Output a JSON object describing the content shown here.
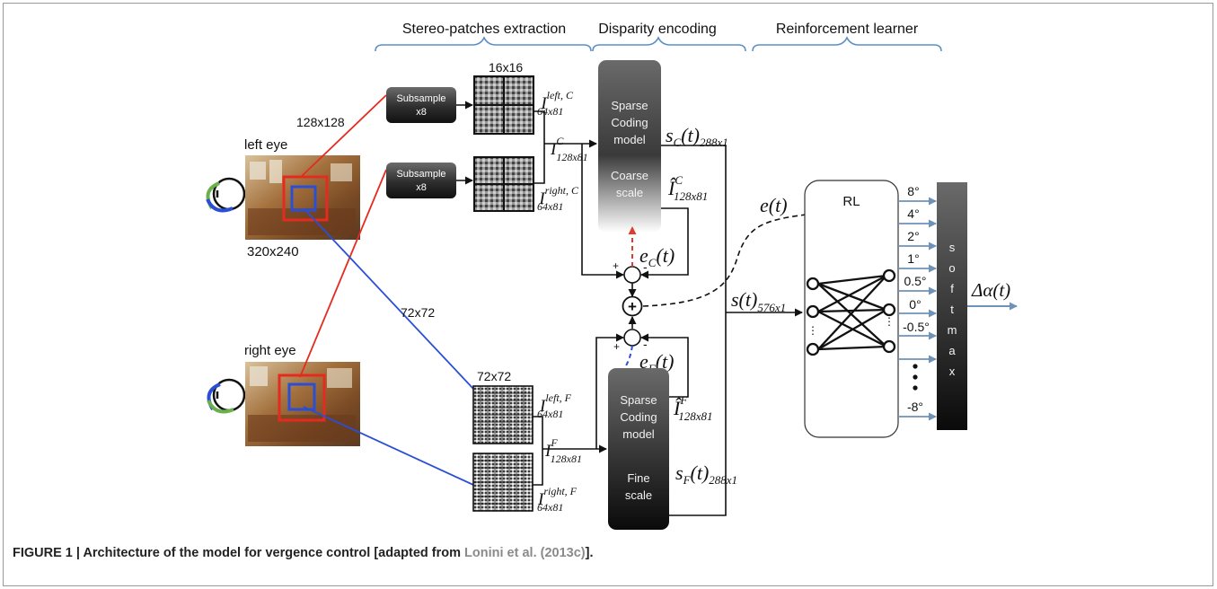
{
  "sections": {
    "stereo": "Stereo-patches extraction",
    "disparity": "Disparity encoding",
    "rl": "Reinforcement learner"
  },
  "eyes": {
    "left_label": "left eye",
    "right_label": "right eye",
    "image_size": "320x240"
  },
  "crop_sizes": {
    "coarse": "128x128",
    "fine": "72x72",
    "fine_patch": "72x72",
    "coarse_patch": "16x16"
  },
  "subsample": {
    "line1": "Subsample",
    "line2": "x8"
  },
  "math": {
    "I_left_C_base": "I",
    "I_left_C_sup": "left, C",
    "I_left_C_sub": "64x81",
    "I_right_C_base": "I",
    "I_right_C_sup": "right, C",
    "I_right_C_sub": "64x81",
    "I_C_base": "I",
    "I_C_sup": "C",
    "I_C_sub": "128x81",
    "I_left_F_base": "I",
    "I_left_F_sup": "left, F",
    "I_left_F_sub": "64x81",
    "I_right_F_base": "I",
    "I_right_F_sup": "right, F",
    "I_right_F_sub": "64x81",
    "I_F_base": "I",
    "I_F_sup": "F",
    "I_F_sub": "128x81",
    "sC": "s",
    "sC_idx": "C",
    "sC_arg": "(t)",
    "sC_sub": "288x1",
    "sF": "s",
    "sF_idx": "F",
    "sF_arg": "(t)",
    "sF_sub": "288x1",
    "IhatC_base": "Î",
    "IhatC_sup": "C",
    "IhatC_sub": "128x81",
    "IhatF_base": "Î",
    "IhatF_sup": "F",
    "IhatF_sub": "128x81",
    "eC": "e",
    "eC_idx": "C",
    "eC_arg": "(t)",
    "eF": "e",
    "eF_idx": "F",
    "eF_arg": "(t)",
    "e": "e(t)",
    "s": "s(t)",
    "s_sub": "576x1",
    "output": "Δα(t)"
  },
  "sparse_coarse": {
    "l1": "Sparse",
    "l2": "Coding",
    "l3": "model",
    "l4": "Coarse",
    "l5": "scale"
  },
  "sparse_fine": {
    "l1": "Sparse",
    "l2": "Coding",
    "l3": "model",
    "l4": "Fine",
    "l5": "scale"
  },
  "rl_label": "RL",
  "ellipsis": "⋮",
  "angles": [
    "8°",
    "4°",
    "2°",
    "1°",
    "0.5°",
    "0°",
    "-0.5°",
    "-8°"
  ],
  "softmax_letters": [
    "s",
    "o",
    "f",
    "t",
    "m",
    "a",
    "x"
  ],
  "signs": {
    "plus": "+",
    "minus": "-",
    "sum": "+"
  },
  "caption": {
    "main": "FIGURE 1 | Architecture of the model for vergence control [adapted from ",
    "cite": "Lonini et al. (2013c)",
    "end": "]."
  }
}
